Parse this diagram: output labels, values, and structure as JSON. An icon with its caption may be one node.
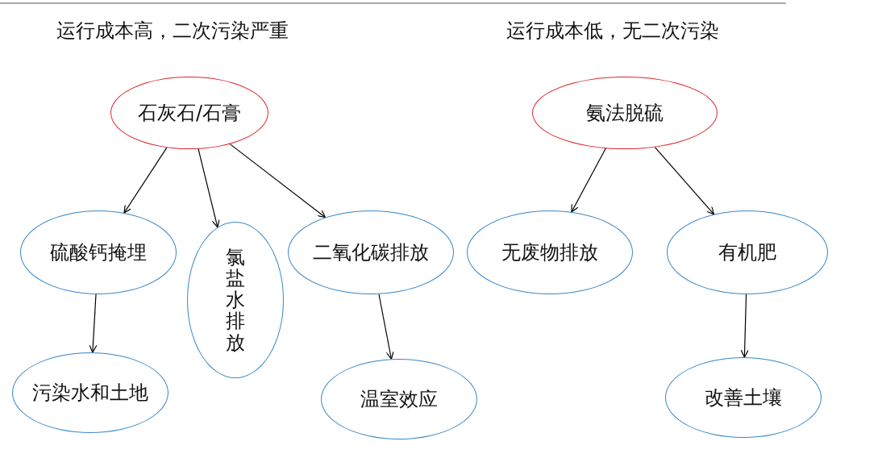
{
  "diagram": {
    "nodes": [
      {
        "text": [
          "石灰石/石膏"
        ]
      },
      {
        "text": [
          "硫酸钙掩埋"
        ]
      },
      {
        "text": [
          "氯盐水排放"
        ]
      },
      {
        "text": [
          "二氧化碳排放"
        ]
      },
      {
        "text": [
          "污染水和土地"
        ]
      },
      {
        "text": [
          "温室效应"
        ]
      },
      {
        "text": [
          "氨法脱硫"
        ]
      },
      {
        "text": [
          "无废物排放"
        ]
      },
      {
        "text": [
          "有机肥"
        ]
      },
      {
        "text": [
          "改善土壤"
        ]
      }
    ],
    "edges": [
      {
        "from": 0,
        "to": 1,
        "arrow": "to"
      },
      {
        "from": 0,
        "to": 2,
        "arrow": "to"
      },
      {
        "from": 0,
        "to": 3,
        "arrow": "to"
      },
      {
        "from": 1,
        "to": 4,
        "arrow": "to"
      },
      {
        "from": 3,
        "to": 5,
        "arrow": "to"
      },
      {
        "from": 6,
        "to": 7,
        "arrow": "to"
      },
      {
        "from": 6,
        "to": 8,
        "arrow": "to"
      },
      {
        "from": 8,
        "to": 9,
        "arrow": "to"
      }
    ],
    "labels": [
      "运行成本高，二次污染严重",
      "运行成本低，无二次污染"
    ]
  }
}
